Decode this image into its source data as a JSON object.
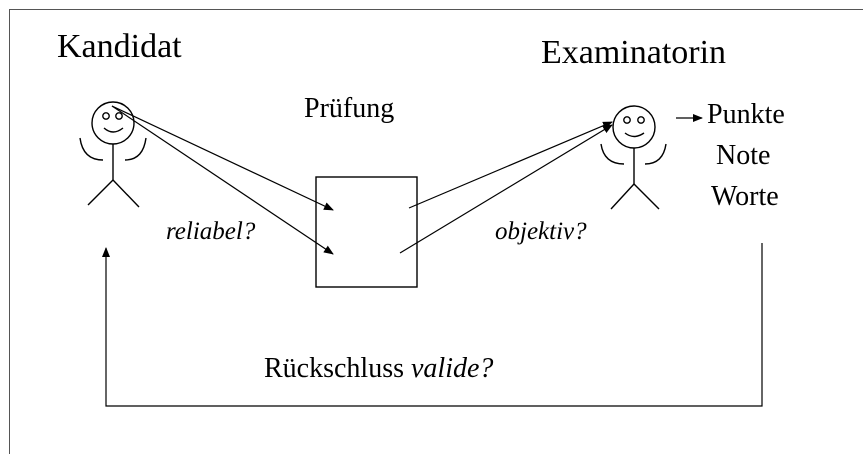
{
  "labels": {
    "candidate": "Kandidat",
    "examiner": "Examinatorin",
    "exam": "Prüfung",
    "reliable": "reliabel?",
    "objective": "objektiv?",
    "results": [
      "Punkte",
      "Note",
      "Worte"
    ],
    "inference": "Rückschluss",
    "valid": "valide?"
  }
}
